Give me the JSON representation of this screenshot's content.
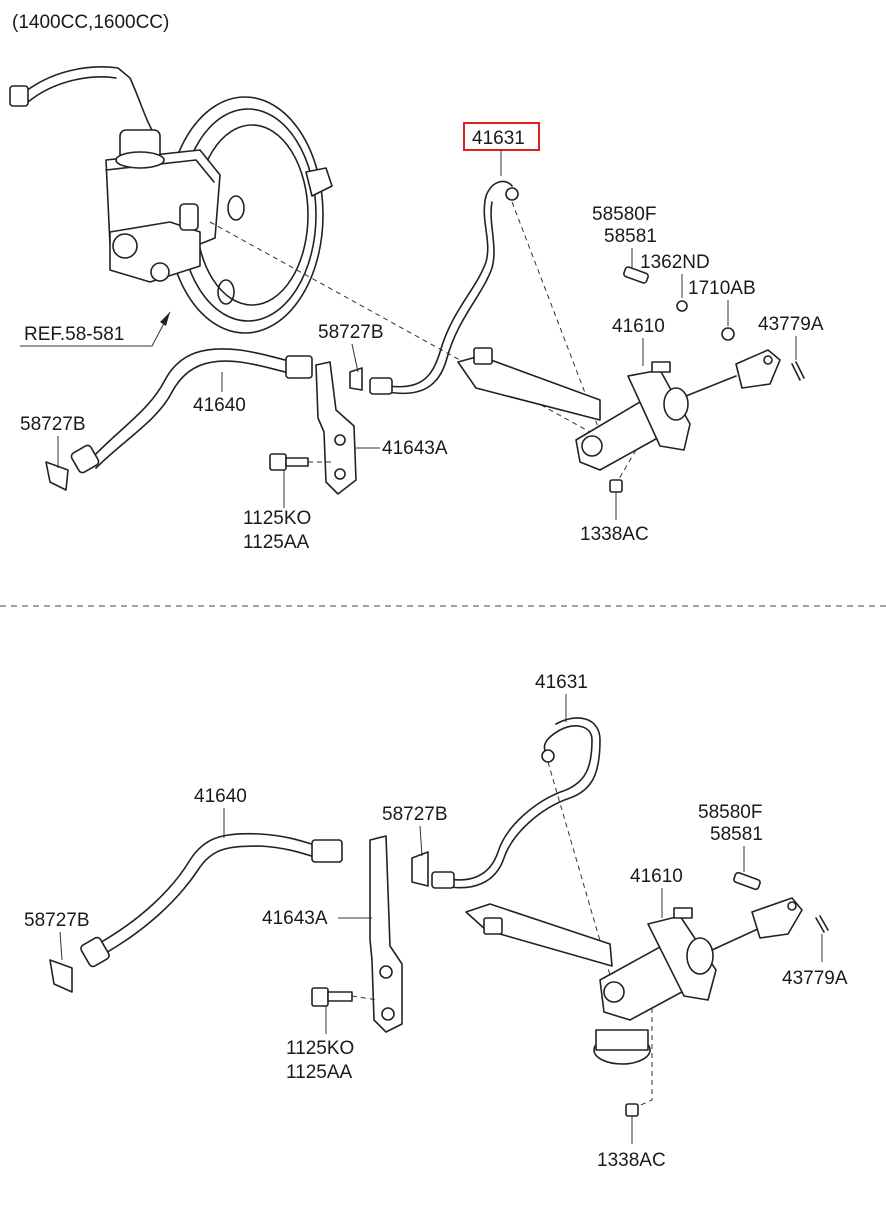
{
  "header": {
    "engine_note": "(1400CC,1600CC)"
  },
  "upper_diagram": {
    "highlight_color": "#e02020",
    "labels": {
      "brake_line": "41631",
      "bolt_top_1": "58580F",
      "bolt_top_2": "58581",
      "pin": "1362ND",
      "ring": "1710AB",
      "master_cylinder": "41610",
      "cotter_pin": "43779A",
      "clip_mid": "58727B",
      "hose": "41640",
      "clip_left": "58727B",
      "bracket": "41643A",
      "bolt_1": "1125KO",
      "bolt_2": "1125AA",
      "nut": "1338AC",
      "ref": "REF.58-581"
    }
  },
  "lower_diagram": {
    "labels": {
      "brake_line": "41631",
      "hose": "41640",
      "clip_mid": "58727B",
      "bolt_top_1": "58580F",
      "bolt_top_2": "58581",
      "master_cylinder": "41610",
      "clip_left": "58727B",
      "bracket": "41643A",
      "cotter_pin": "43779A",
      "bolt_1": "1125KO",
      "bolt_2": "1125AA",
      "nut": "1338AC"
    }
  }
}
